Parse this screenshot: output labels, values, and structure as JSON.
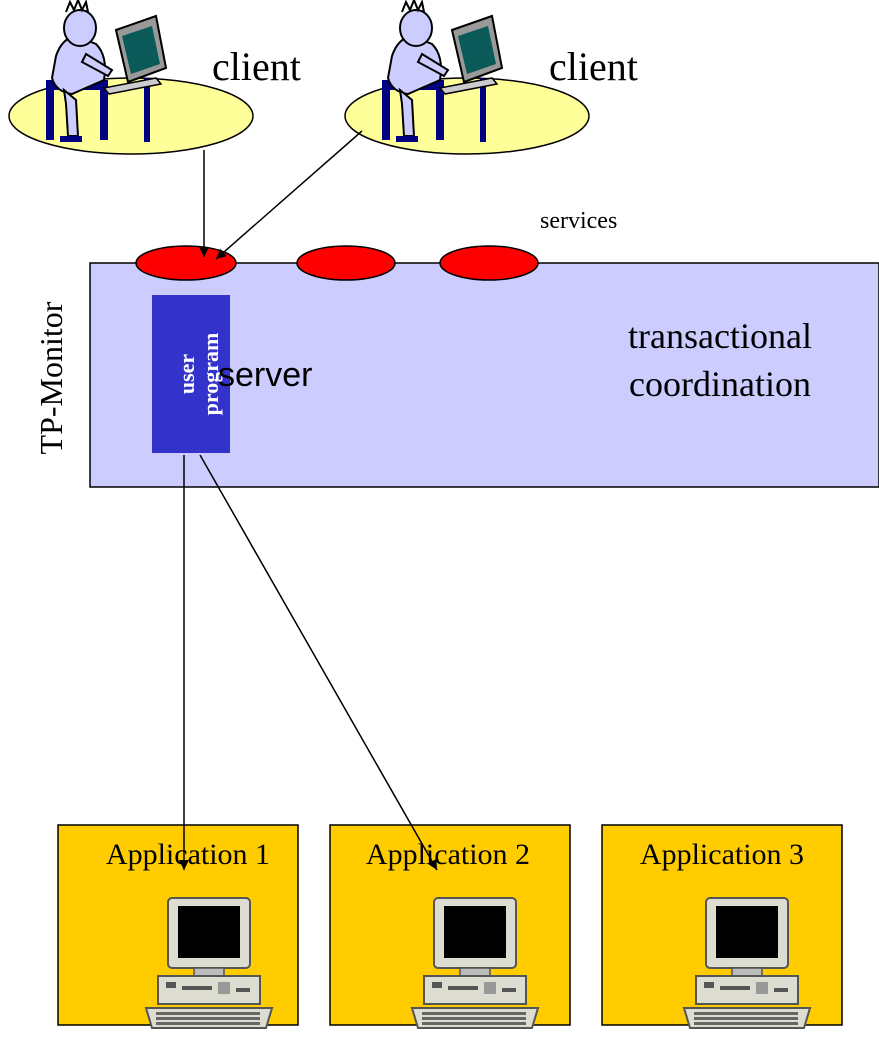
{
  "clients": [
    {
      "label": "client"
    },
    {
      "label": "client"
    }
  ],
  "services_label": "services",
  "tp_monitor": {
    "side_label": "TP-Monitor",
    "server_label": "server",
    "user_program_label_line1": "user",
    "user_program_label_line2": "program",
    "coordination_line1": "transactional",
    "coordination_line2": "coordination"
  },
  "applications": [
    {
      "label": "Application 1"
    },
    {
      "label": "Application 2"
    },
    {
      "label": "Application 3"
    }
  ],
  "colors": {
    "client_ellipse": "#ffff99",
    "service_oval": "#ff0000",
    "tp_box": "#ccccff",
    "user_program": "#3333cc",
    "application_box": "#ffcc00",
    "person_shirt": "#ccccff",
    "person_chair": "#000080"
  },
  "icons": {
    "client_figure": "person-at-computer-icon",
    "application_computer": "desktop-computer-icon"
  }
}
